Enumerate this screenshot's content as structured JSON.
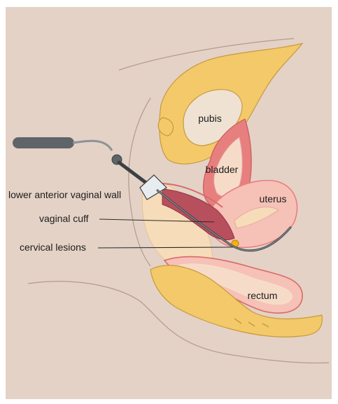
{
  "diagram": {
    "labels": {
      "pubis": "pubis",
      "bladder": "bladder",
      "uterus": "uterus",
      "rectum": "rectum",
      "lower_anterior_vaginal_wall": "lower anterior vaginal wall",
      "vaginal_cuff": "vaginal cuff",
      "cervical_lesions": "cervical lesions"
    },
    "colors": {
      "background": "#e4d2c6",
      "bone": "#f3c96a",
      "bone_outline": "#c79a3c",
      "soft_tissue": "#f6dcb8",
      "organ_wall": "#e87f7f",
      "organ_inner": "#f6c1b6",
      "vaginal_canal": "#b84f5d",
      "lesion": "#f2b316",
      "instrument_dark": "#5f6469",
      "instrument_mid": "#8c9398",
      "instrument_light": "#e9ecef"
    },
    "icon_names": [
      "ultrasound-probe-icon",
      "lesion-dot-icon"
    ]
  }
}
